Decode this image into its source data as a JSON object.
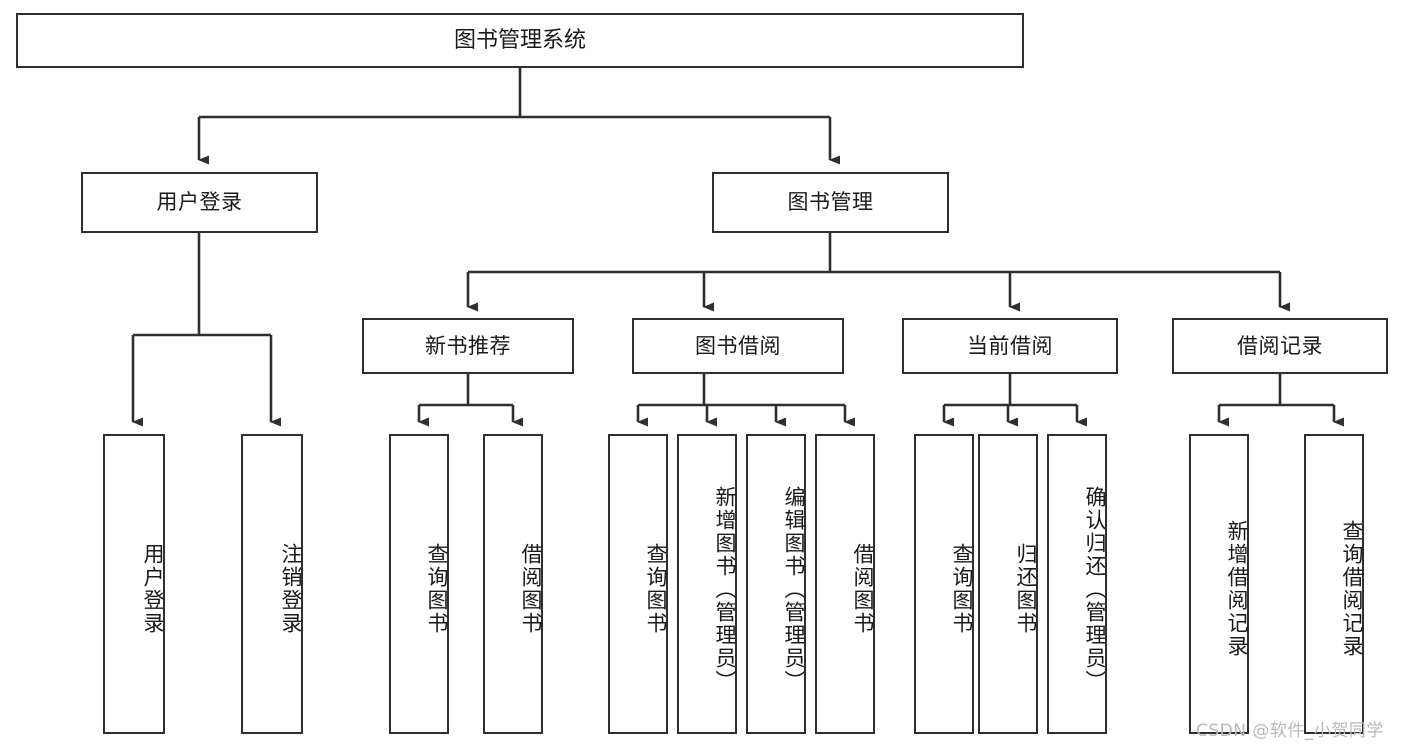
{
  "diagram": {
    "title": "图书管理系统",
    "type": "tree-hierarchy-chart",
    "line_color": "#2f2f2f",
    "box_fill": "#ffffff",
    "text_color": "#1a1a1a",
    "root": {
      "label": "图书管理系统"
    },
    "level2": [
      {
        "label": "用户登录"
      },
      {
        "label": "图书管理"
      }
    ],
    "level3": [
      {
        "label": "新书推荐"
      },
      {
        "label": "图书借阅"
      },
      {
        "label": "当前借阅"
      },
      {
        "label": "借阅记录"
      }
    ],
    "leaves": {
      "user_login": [
        {
          "label": "用户登录"
        },
        {
          "label": "注销登录"
        }
      ],
      "new_book_recommend": [
        {
          "label": "查询图书"
        },
        {
          "label": "借阅图书"
        }
      ],
      "book_borrow": [
        {
          "label": "查询图书"
        },
        {
          "label": "新增图书（管理员）"
        },
        {
          "label": "编辑图书（管理员）"
        },
        {
          "label": "借阅图书"
        }
      ],
      "current_borrow": [
        {
          "label": "查询图书"
        },
        {
          "label": "归还图书"
        },
        {
          "label": "确认归还（管理员）"
        }
      ],
      "borrow_record": [
        {
          "label": "新增借阅记录"
        },
        {
          "label": "查询借阅记录"
        }
      ]
    }
  },
  "watermark": {
    "text": "CSDN @软件_小贺同学",
    "color": "#b8b8b8"
  }
}
